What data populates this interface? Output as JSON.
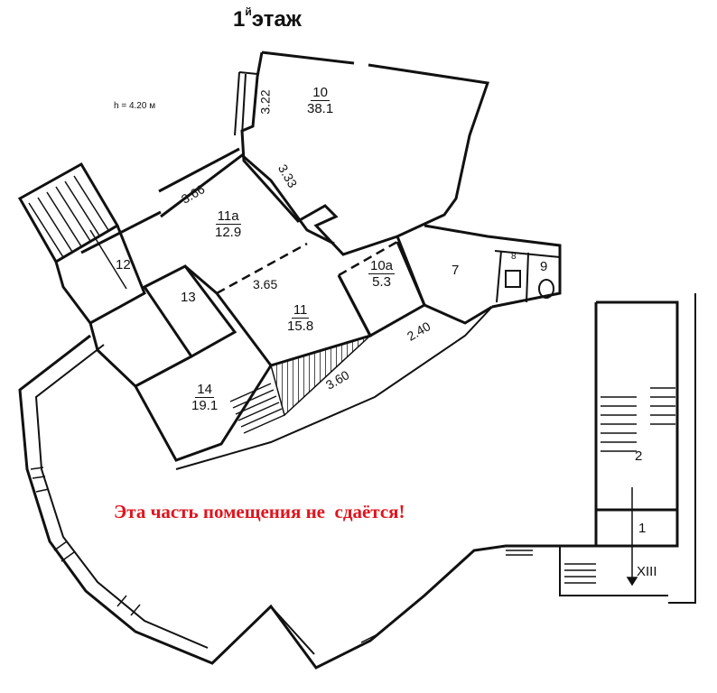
{
  "title": {
    "main": "1",
    "suffix": "й",
    "rest": "этаж"
  },
  "ceiling_height": "h = 4.20 м",
  "notice": "Эта часть помещения не  сдаётся!",
  "rooms": [
    {
      "id": "10",
      "area": "38.1"
    },
    {
      "id": "11а",
      "area": "12.9"
    },
    {
      "id": "10а",
      "area": "5.3"
    },
    {
      "id": "11",
      "area": "15.8"
    },
    {
      "id": "14",
      "area": "19.1"
    }
  ],
  "room_numbers": [
    "12",
    "13",
    "7",
    "8",
    "9",
    "2",
    "1",
    "XIII"
  ],
  "dimensions": [
    "3.22",
    "3.33",
    "3.66",
    "3.65",
    "2.40",
    "3.60"
  ],
  "colors": {
    "notice": "#e0141e",
    "lines": "#111111"
  }
}
